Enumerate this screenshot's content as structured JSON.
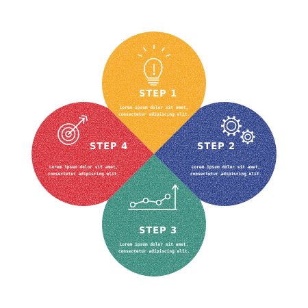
{
  "colors": {
    "step1": "#f6a711",
    "step2": "#223a8b",
    "step3": "#2b8a7a",
    "step4": "#d8202f",
    "icon": "#ffffff"
  },
  "steps": [
    {
      "id": "step1",
      "title": "STEP 1",
      "icon": "lightbulb-icon",
      "desc_line1": "Lorem ipsum dolor sit amet,",
      "desc_line2": "consectetur adipiscing elit."
    },
    {
      "id": "step2",
      "title": "STEP 2",
      "icon": "gears-icon",
      "desc_line1": "Lorem ipsum dolor sit amet,",
      "desc_line2": "consectetur adipiscing elit."
    },
    {
      "id": "step3",
      "title": "STEP 3",
      "icon": "line-chart-icon",
      "desc_line1": "Lorem ipsum dolor sit amet,",
      "desc_line2": "consectetur adipiscing elit."
    },
    {
      "id": "step4",
      "title": "STEP 4",
      "icon": "target-icon",
      "desc_line1": "Lorem ipsum dolor sit amet,",
      "desc_line2": "consectetur adipiscing elit."
    }
  ]
}
